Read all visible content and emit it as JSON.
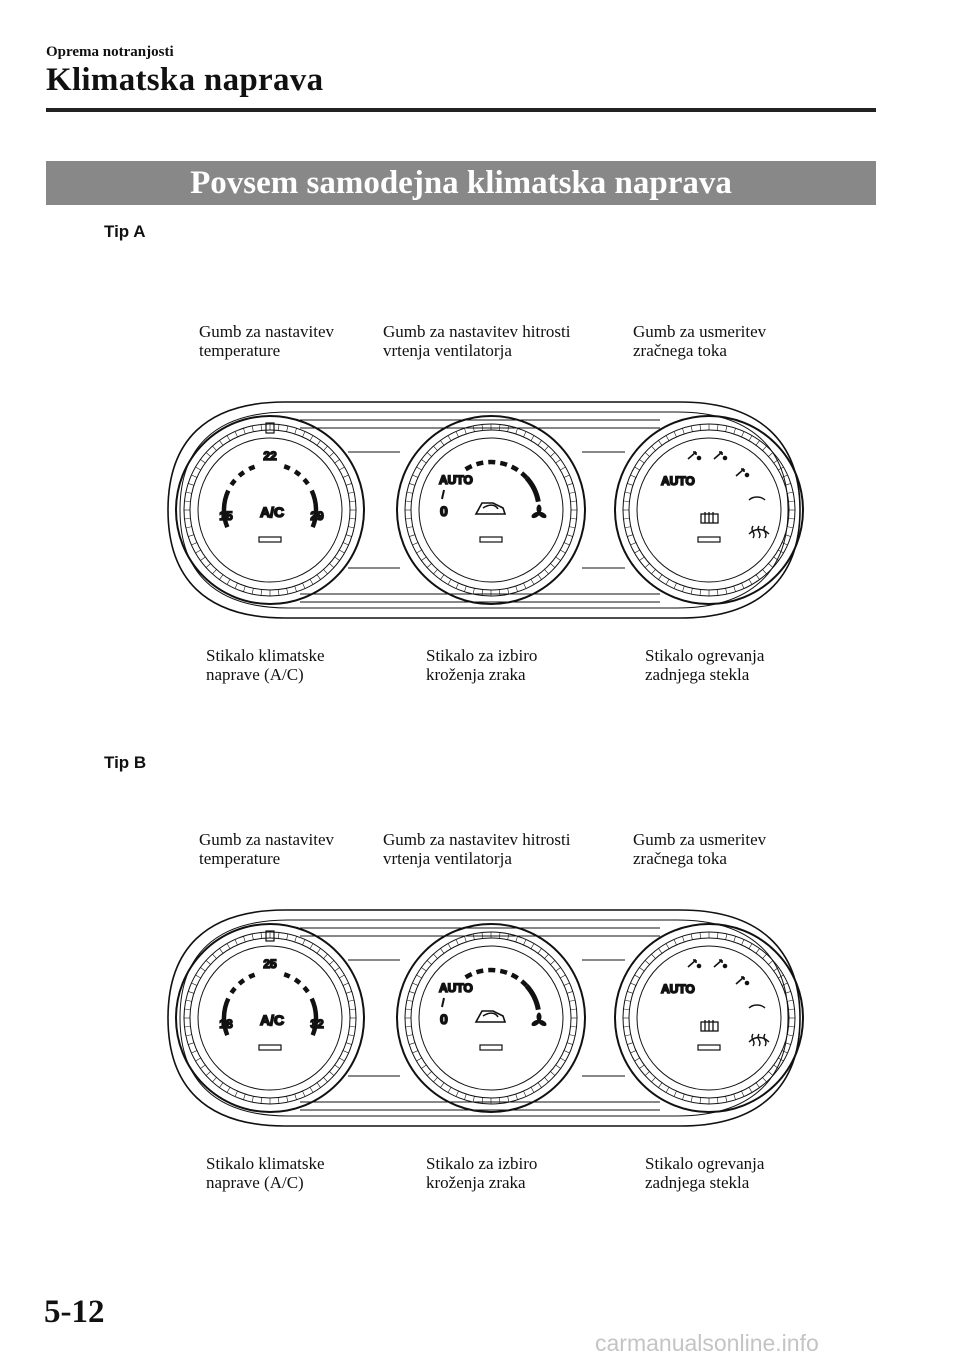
{
  "header": {
    "section": "Oprema notranjosti",
    "title": "Klimatska naprava"
  },
  "banner": "Povsem samodejna klimatska naprava",
  "variants": [
    {
      "tag": "Tip A",
      "labels": {
        "top_left": [
          "Gumb za nastavitev",
          "temperature"
        ],
        "top_center": [
          "Gumb za nastavitev hitrosti",
          "vrtenja ventilatorja"
        ],
        "top_right": [
          "Gumb za usmeritev",
          "zračnega toka"
        ],
        "bottom_left": [
          "Stikalo klimatske",
          "naprave (A/C)"
        ],
        "bottom_center": [
          "Stikalo za izbiro",
          "kroženja zraka"
        ],
        "bottom_right": [
          "Stikalo ogrevanja",
          "zadnjega stekla"
        ]
      },
      "dial": {
        "temp_min": "15",
        "temp_mid": "22",
        "temp_max": "29",
        "ac": "A/C",
        "auto": "AUTO",
        "fan_off": "0",
        "auto_right": "AUTO"
      }
    },
    {
      "tag": "Tip B",
      "labels": {
        "top_left": [
          "Gumb za nastavitev",
          "temperature"
        ],
        "top_center": [
          "Gumb za nastavitev hitrosti",
          "vrtenja ventilatorja"
        ],
        "top_right": [
          "Gumb za usmeritev",
          "zračnega toka"
        ],
        "bottom_left": [
          "Stikalo klimatske",
          "naprave (A/C)"
        ],
        "bottom_center": [
          "Stikalo za izbiro",
          "kroženja zraka"
        ],
        "bottom_right": [
          "Stikalo ogrevanja",
          "zadnjega stekla"
        ]
      },
      "dial": {
        "temp_min": "18",
        "temp_mid": "25",
        "temp_max": "32",
        "ac": "A/C",
        "auto": "AUTO",
        "fan_off": "0",
        "auto_right": "AUTO"
      }
    }
  ],
  "icons": [
    "fan-icon",
    "recirculation-car-icon",
    "vent-mode-icons",
    "defrost-icon",
    "rear-defrost-icon"
  ],
  "footer": {
    "page_number": "5-12",
    "watermark": "carmanualsonline.info"
  }
}
